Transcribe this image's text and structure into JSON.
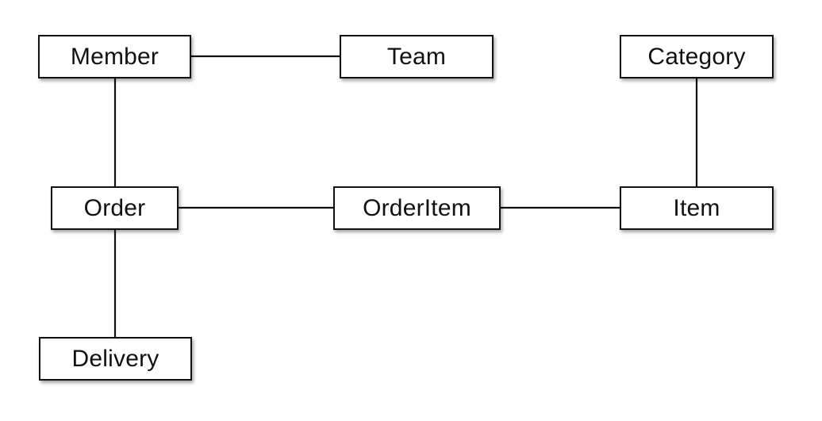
{
  "entities": {
    "member": "Member",
    "team": "Team",
    "category": "Category",
    "order": "Order",
    "order_item": "OrderItem",
    "item": "Item",
    "delivery": "Delivery"
  },
  "relationships": [
    {
      "from": "Member",
      "to": "Team"
    },
    {
      "from": "Member",
      "to": "Order"
    },
    {
      "from": "Order",
      "to": "OrderItem"
    },
    {
      "from": "OrderItem",
      "to": "Item"
    },
    {
      "from": "Category",
      "to": "Item"
    },
    {
      "from": "Order",
      "to": "Delivery"
    }
  ]
}
